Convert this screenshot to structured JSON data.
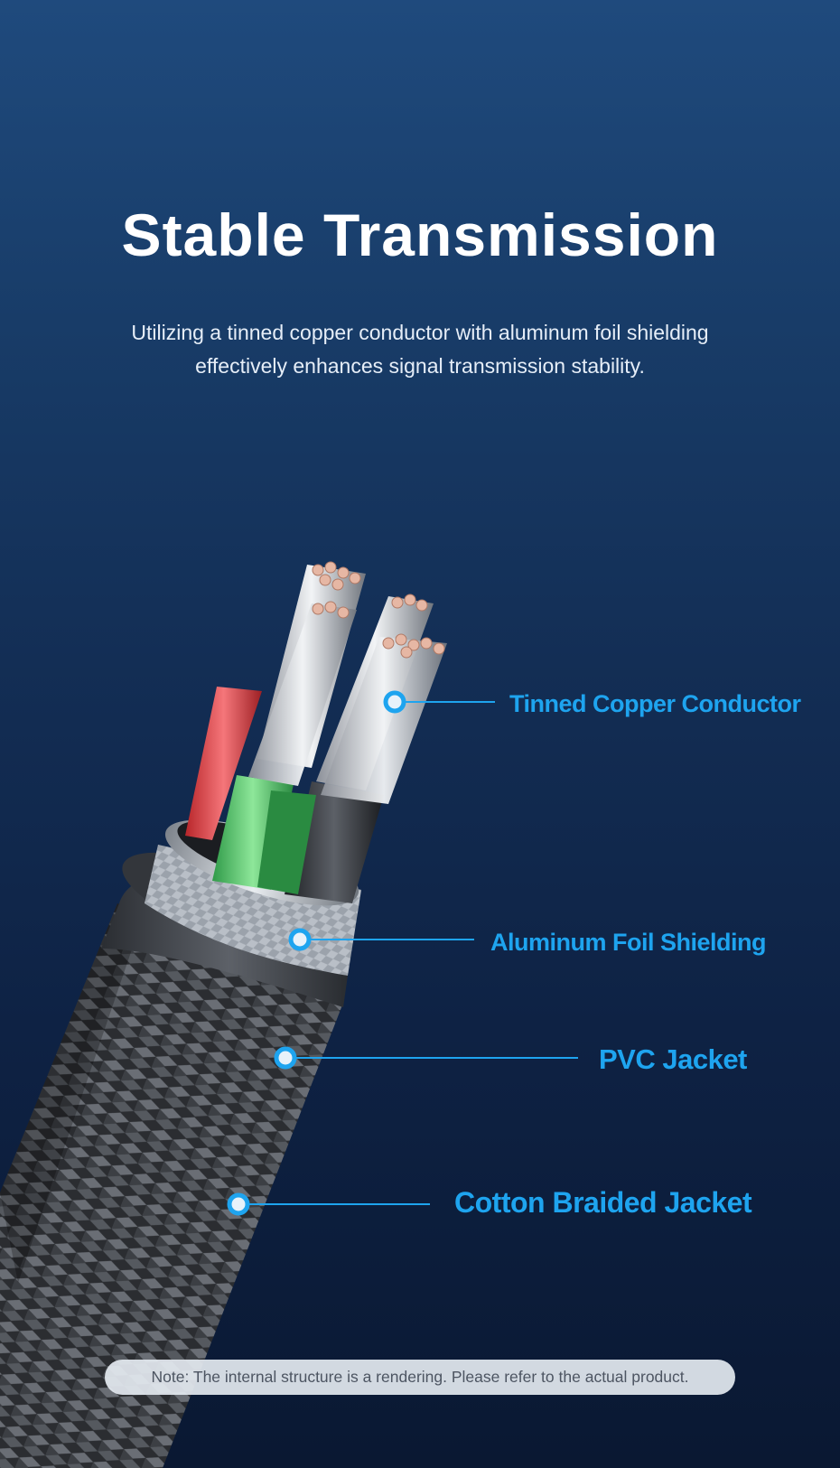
{
  "header": {
    "title": "Stable Transmission",
    "subtitle_line1": "Utilizing a tinned copper conductor with aluminum foil shielding",
    "subtitle_line2": "effectively enhances signal transmission stability."
  },
  "callouts": [
    {
      "label": "Tinned Copper Conductor"
    },
    {
      "label": "Aluminum Foil Shielding"
    },
    {
      "label": "PVC Jacket"
    },
    {
      "label": "Cotton Braided Jacket"
    }
  ],
  "note": "Note: The internal structure is a rendering. Please refer to the actual product.",
  "colors": {
    "accent": "#1ea4ef",
    "background_top": "#1f4a7d",
    "background_bottom": "#0a1832"
  }
}
